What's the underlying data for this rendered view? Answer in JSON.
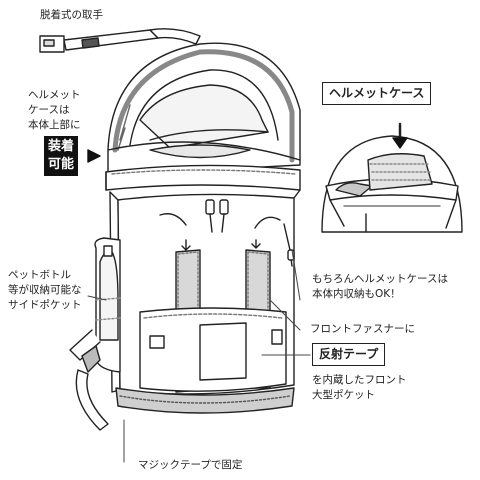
{
  "labels": {
    "handle": "脱着式の取手",
    "helmet_location": [
      "ヘルメット",
      "ケースは",
      "本体上部に"
    ],
    "attachable": [
      "装着",
      "可能"
    ],
    "helmet_case": "ヘルメットケース",
    "internal_storage": [
      "もちろんヘルメットケースは",
      "本体内収納もOK！"
    ],
    "bottle_pocket": [
      "ペットボトル",
      "等が収納可能な",
      "サイドポケット"
    ],
    "front_zipper": "フロントファスナーに",
    "reflective_tape": "反射テープ",
    "front_pocket": [
      "を内蔵したフロント",
      "大型ポケット"
    ],
    "velcro": "マジックテープで固定"
  }
}
